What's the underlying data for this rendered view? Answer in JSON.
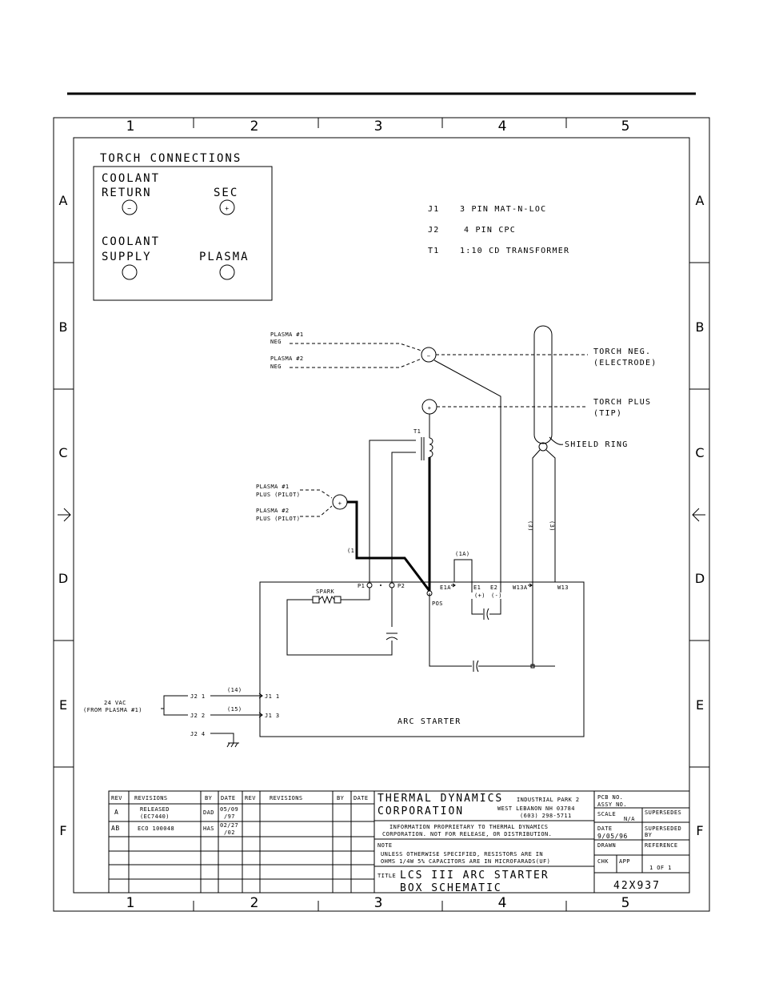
{
  "grid": {
    "columns": [
      "1",
      "2",
      "3",
      "4",
      "5"
    ],
    "rows": [
      "A",
      "B",
      "C",
      "D",
      "E",
      "F"
    ]
  },
  "torch_connections": {
    "title": "TORCH CONNECTIONS",
    "coolant_return": [
      "COOLANT",
      "RETURN"
    ],
    "coolant_return_sign": "−",
    "sec": "SEC",
    "sec_sign": "+",
    "coolant_supply": [
      "COOLANT",
      "SUPPLY"
    ],
    "plasma": "PLASMA"
  },
  "legend": [
    {
      "ref": "J1",
      "desc": "3 PIN MAT-N-LOC"
    },
    {
      "ref": "J2",
      "desc": "4 PIN CPC"
    },
    {
      "ref": "T1",
      "desc": "1:10 CD TRANSFORMER"
    }
  ],
  "schematic": {
    "plasma1_neg": [
      "PLASMA #1",
      "NEG"
    ],
    "plasma2_neg": [
      "PLASMA #2",
      "NEG"
    ],
    "torch_neg": [
      "TORCH NEG.",
      "(ELECTRODE)"
    ],
    "torch_plus": [
      "TORCH PLUS",
      "(TIP)"
    ],
    "shield_ring": "SHIELD RING",
    "t1": "T1",
    "plasma1_plus": [
      "PLASMA #1",
      "PLUS (PILOT)"
    ],
    "plasma2_plus": [
      "PLASMA #2",
      "PLUS (PILOT)"
    ],
    "wire_1": "(1)",
    "wire_1a": "(1A)",
    "wire_3a": "(3)",
    "wire_3b": "(3)",
    "p1": "P1",
    "p2": "P2",
    "e1a": "E1A",
    "e1": "E1",
    "e2": "E2",
    "e1_sign": "(+)",
    "e2_sign": "(-)",
    "w13a": "W13A",
    "w13": "W13",
    "spark": "SPARK",
    "pos": "POS",
    "vac_24": "24 VAC",
    "from_plasma": "(FROM PLASMA #1)",
    "j2_1": "J2 1",
    "j2_2": "J2 2",
    "j2_4": "J2 4",
    "wire_14": "(14)",
    "wire_15": "(15)",
    "j1_1": "J1 1",
    "j1_3": "J1 3",
    "arc_starter": "ARC STARTER"
  },
  "title_block": {
    "rev_header": "REV",
    "revisions_header": "REVISIONS",
    "by_header": "BY",
    "date_header": "DATE",
    "revisions": [
      {
        "rev": "A",
        "desc": [
          "RELEASED",
          "(EC7440)"
        ],
        "by": "DAD",
        "date": [
          "05/09",
          "/97"
        ]
      },
      {
        "rev": "AB",
        "desc": [
          "ECO 100048"
        ],
        "by": "HAS",
        "date": [
          "02/27",
          "/02"
        ]
      }
    ],
    "company": "THERMAL DYNAMICS",
    "corporation": "CORPORATION",
    "address1": "INDUSTRIAL PARK 2",
    "address2": "WEST LEBANON NH 03784",
    "phone": "(603) 298-5711",
    "proprietary": [
      "INFORMATION PROPRIETARY TO THERMAL DYNAMICS",
      "CORPORATION. NOT FOR RELEASE, OR DISTRIBUTION."
    ],
    "note_label": "NOTE",
    "note": [
      "UNLESS OTHERWISE SPECIFIED, RESISTORS ARE IN",
      "OHMS 1/4W 5% CAPACITORS ARE IN MICROFARADS(UF)"
    ],
    "title_label": "TITLE",
    "title": [
      "LCS III ARC STARTER",
      "BOX SCHEMATIC"
    ],
    "pcb_no": "PCB NO.",
    "assy_no": "ASSY NO.",
    "scale_label": "SCALE",
    "scale": "N/A",
    "supersedes": "SUPERSEDES",
    "date_label": "DATE",
    "date": "9/05/96",
    "superseded_by": [
      "SUPERSEDED",
      "BY"
    ],
    "drawn": "DRAWN",
    "reference": "REFERENCE",
    "chk": "CHK",
    "app": "APP",
    "sheet": "1 OF 1",
    "drawing_number": "42X937"
  }
}
